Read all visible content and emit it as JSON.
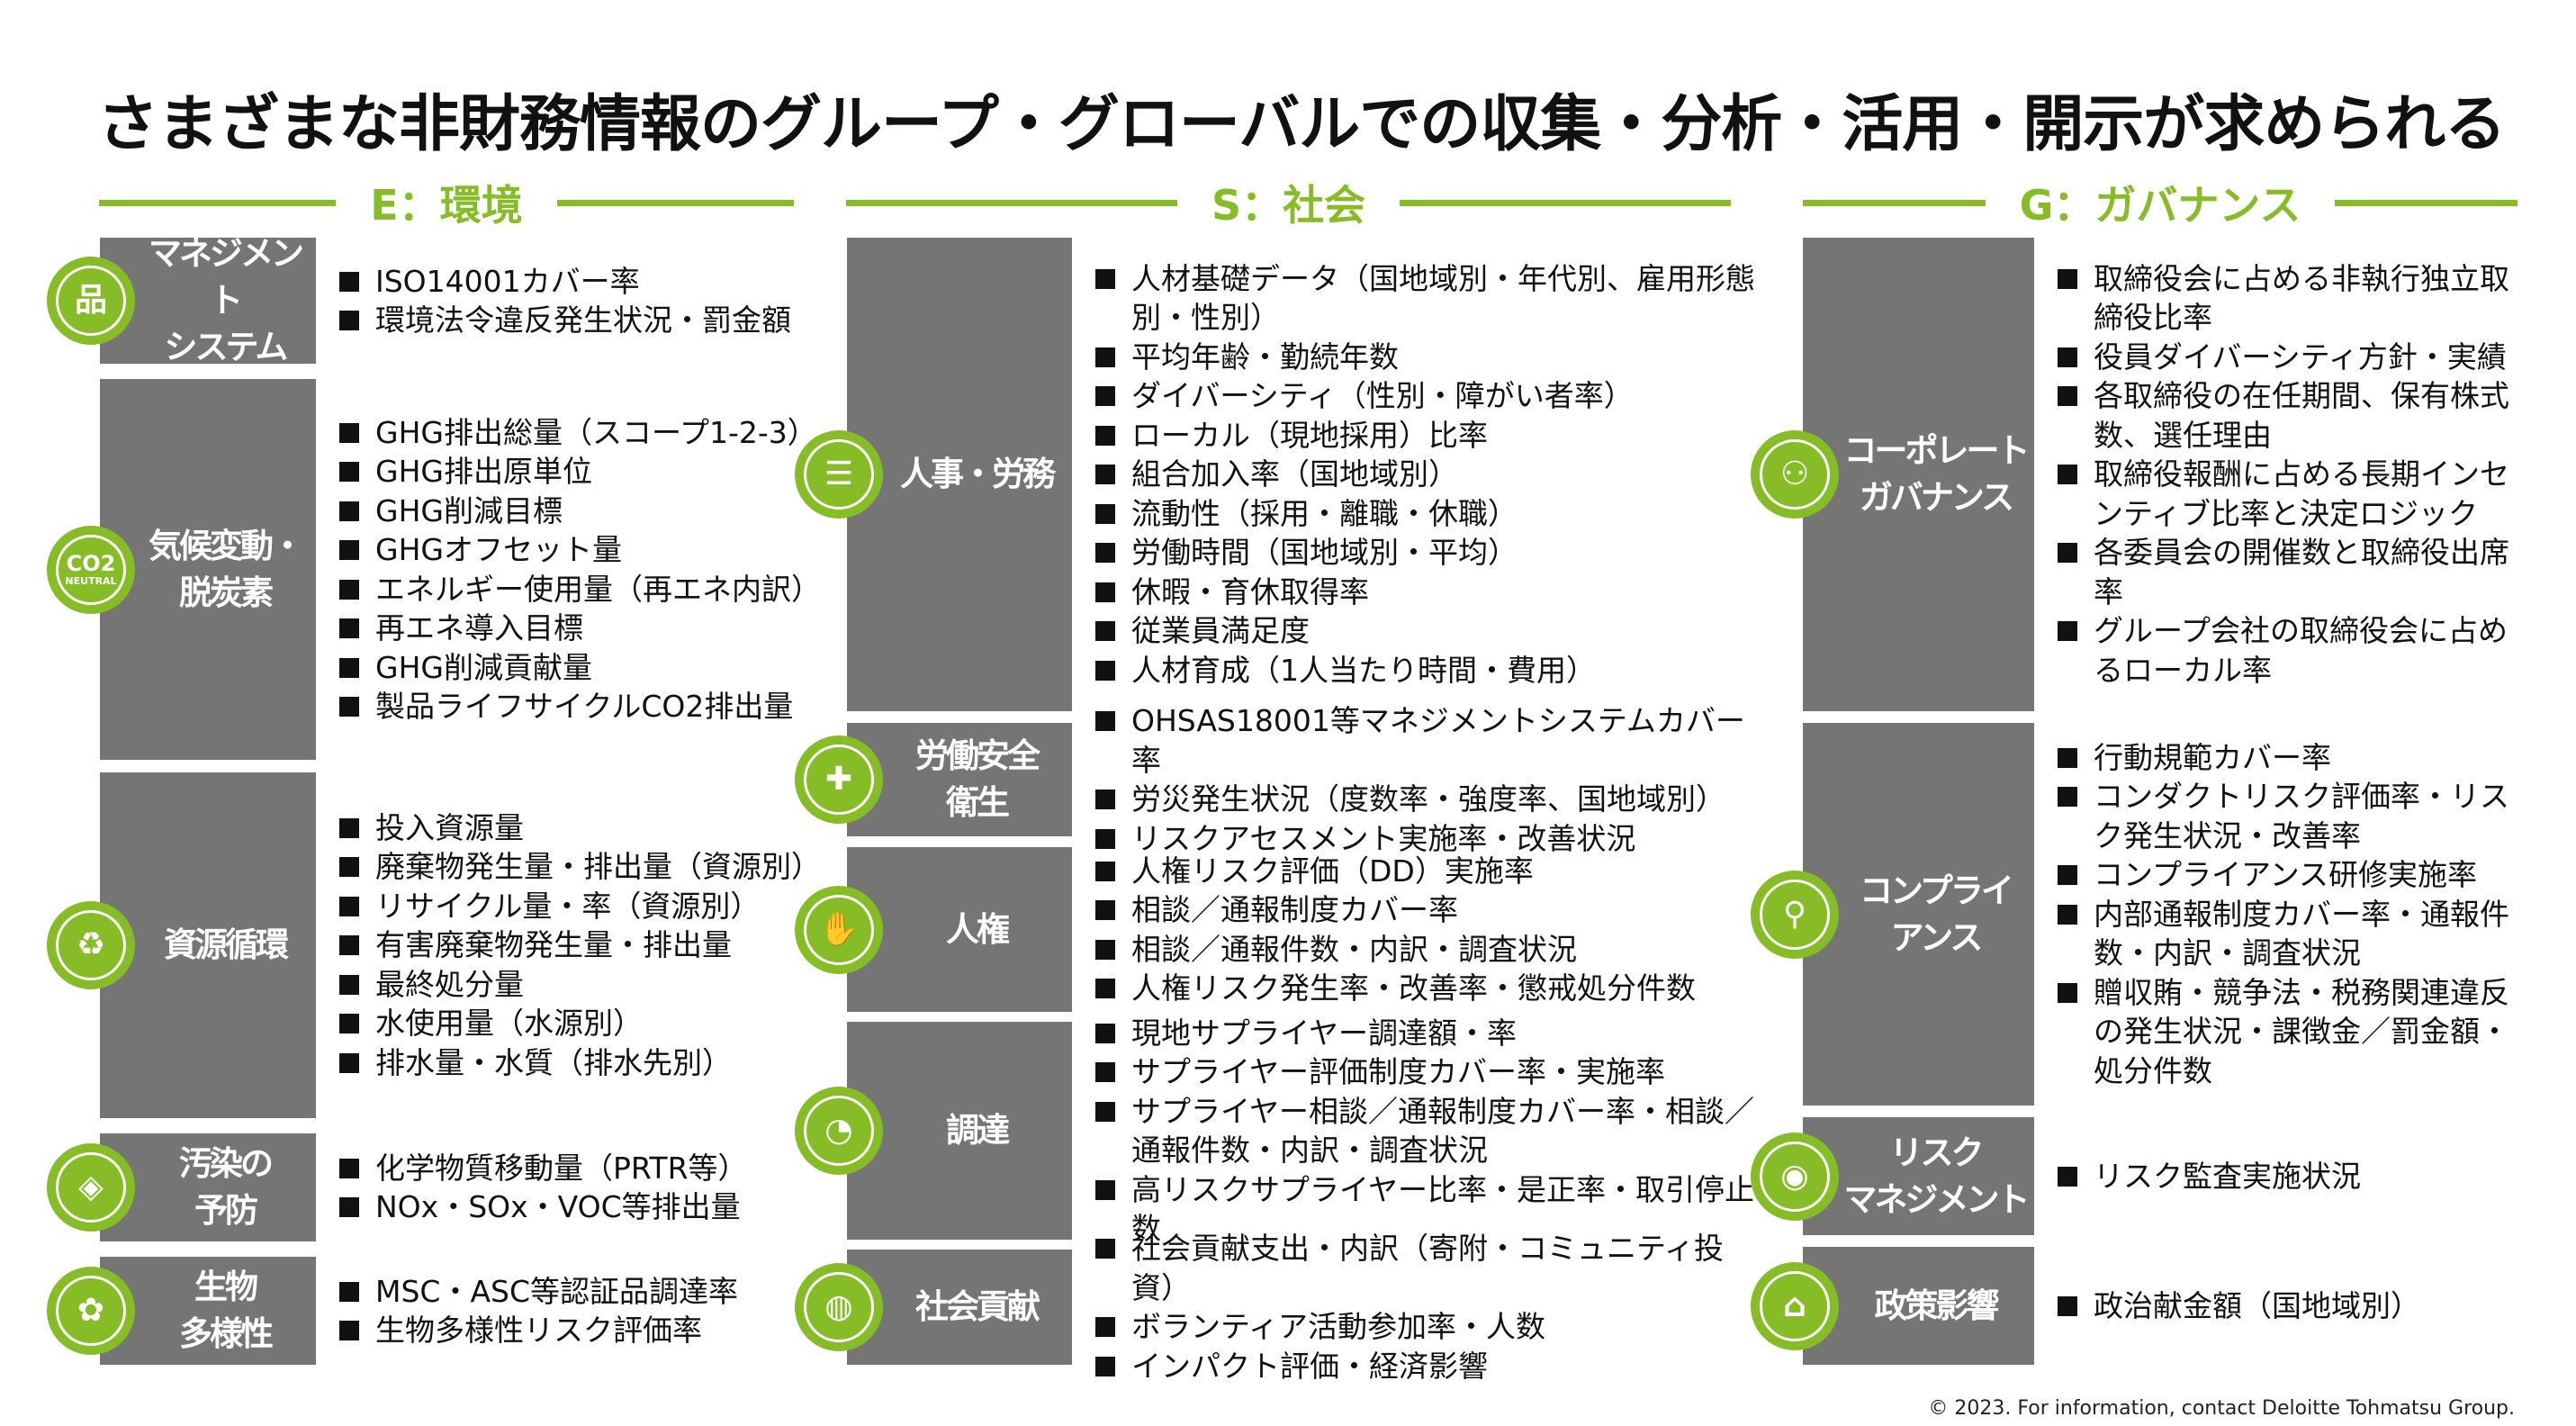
{
  "title": "さまざまな非財務情報のグループ・グローバルでの収集・分析・活用・開示が求められる",
  "accent_color": "#86bc25",
  "box_color": "#757575",
  "sections": [
    {
      "label": "E：環境",
      "rows": [
        {
          "label": "マネジメント\nシステム",
          "icon": "org-chart-icon",
          "items": [
            "ISO14001カバー率",
            "環境法令違反発生状況・罰金額"
          ]
        },
        {
          "label": "気候変動・\n脱炭素",
          "icon": "co2-neutral-icon",
          "icon_text": "CO2 NEUTRAL",
          "items": [
            "GHG排出総量（スコープ1-2-3）",
            "GHG排出原単位",
            "GHG削減目標",
            "GHGオフセット量",
            "エネルギー使用量（再エネ内訳）",
            "再エネ導入目標",
            "GHG削減貢献量",
            "製品ライフサイクルCO2排出量"
          ]
        },
        {
          "label": "資源循環",
          "icon": "recycle-icon",
          "items": [
            "投入資源量",
            "廃棄物発生量・排出量（資源別）",
            "リサイクル量・率（資源別）",
            "有害廃棄物発生量・排出量",
            "最終処分量",
            "水使用量（水源別）",
            "排水量・水質（排水先別）"
          ]
        },
        {
          "label": "汚染の\n予防",
          "icon": "pollution-icon",
          "items": [
            "化学物質移動量（PRTR等）",
            "NOx・SOx・VOC等排出量"
          ]
        },
        {
          "label": "生物\n多様性",
          "icon": "paw-icon",
          "items": [
            "MSC・ASC等認証品調達率",
            "生物多様性リスク評価率"
          ]
        }
      ]
    },
    {
      "label": "S：社会",
      "rows": [
        {
          "label": "人事・労務",
          "icon": "person-list-icon",
          "items": [
            "人材基礎データ（国地域別・年代別、雇用形態別・性別）",
            "平均年齢・勤続年数",
            "ダイバーシティ（性別・障がい者率）",
            "ローカル（現地採用）比率",
            "組合加入率（国地域別）",
            "流動性（採用・離職・休職）",
            "労働時間（国地域別・平均）",
            "休暇・育休取得率",
            "従業員満足度",
            "人材育成（1人当たり時間・費用）"
          ]
        },
        {
          "label": "労働安全\n衛生",
          "icon": "medical-cross-icon",
          "items": [
            "OHSAS18001等マネジメントシステムカバー率",
            "労災発生状況（度数率・強度率、国地域別）",
            "リスクアセスメント実施率・改善状況"
          ]
        },
        {
          "label": "人権",
          "icon": "handshake-icon",
          "items": [
            "人権リスク評価（DD）実施率",
            "相談／通報制度カバー率",
            "相談／通報件数・内訳・調査状況",
            "人権リスク発生率・改善率・懲戒処分件数"
          ]
        },
        {
          "label": "調達",
          "icon": "pie-chart-icon",
          "items": [
            "現地サプライヤー調達額・率",
            "サプライヤー評価制度カバー率・実施率",
            "サプライヤー相談／通報制度カバー率・相談／通報件数・内訳・調査状況",
            "高リスクサプライヤー比率・是正率・取引停止数"
          ]
        },
        {
          "label": "社会貢献",
          "icon": "globe-hand-icon",
          "items": [
            "社会貢献支出・内訳（寄附・コミュニティ投資）",
            "ボランティア活動参加率・人数",
            "インパクト評価・経済影響"
          ]
        }
      ]
    },
    {
      "label": "G：ガバナンス",
      "rows": [
        {
          "label": "コーポレート\nガバナンス",
          "icon": "boardroom-icon",
          "items": [
            "取締役会に占める非執行独立取締役比率",
            "役員ダイバーシティ方針・実績",
            "各取締役の在任期間、保有株式数、選任理由",
            "取締役報酬に占める長期インセンティブ比率と決定ロジック",
            "各委員会の開催数と取締役出席率",
            "グループ会社の取締役会に占めるローカル率"
          ]
        },
        {
          "label": "コンプライ\nアンス",
          "icon": "magnifier-icon",
          "items": [
            "行動規範カバー率",
            "コンダクトリスク評価率・リスク発生状況・改善率",
            "コンプライアンス研修実施率",
            "内部通報制度カバー率・通報件数・内訳・調査状況",
            "贈収賄・競争法・税務関連違反の発生状況・課徴金／罰金額・処分件数"
          ]
        },
        {
          "label": "リスク\nマネジメント",
          "icon": "eye-icon",
          "items": [
            "リスク監査実施状況"
          ]
        },
        {
          "label": "政策影響",
          "icon": "government-building-icon",
          "items": [
            "政治献金額（国地域別）"
          ]
        }
      ]
    }
  ],
  "footer": "© 2023. For information, contact Deloitte Tohmatsu Group."
}
